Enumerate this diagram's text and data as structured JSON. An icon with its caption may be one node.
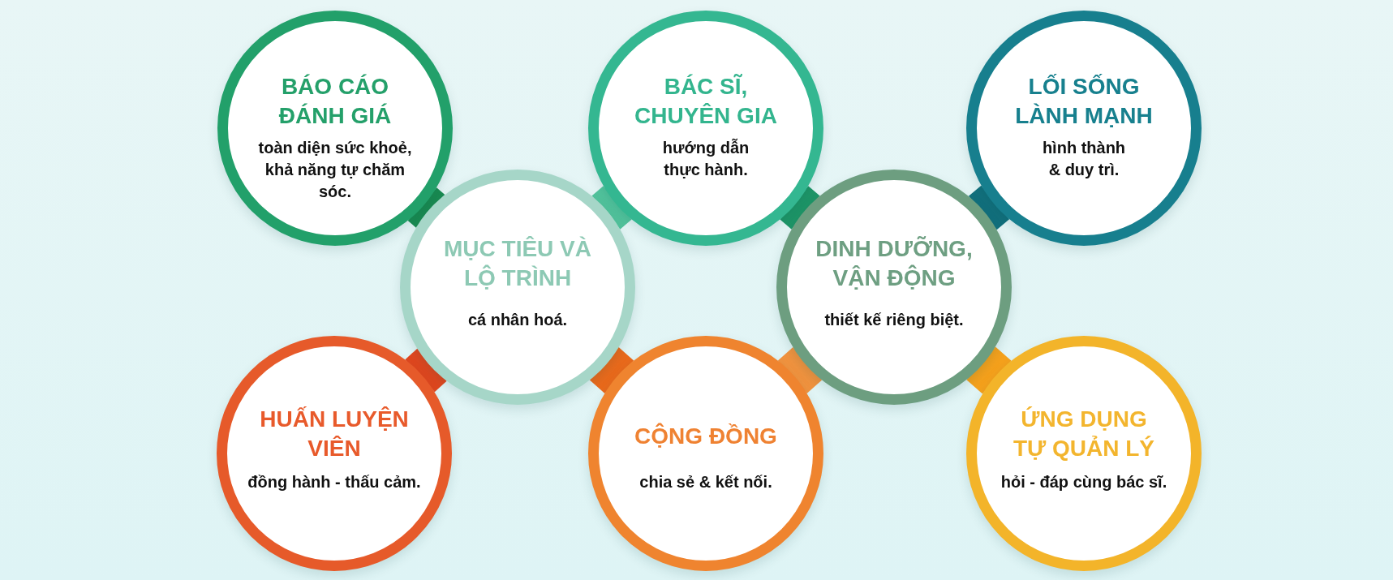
{
  "diagram": {
    "nodes": [
      {
        "text": [
          "BÁO CÁO ĐÁNH GIÁ",
          "toàn diện sức khoẻ, khả năng tự chăm sóc."
        ]
      },
      {
        "text": [
          "BÁC SĨ, CHUYÊN GIA",
          "hướng dẫn thực hành."
        ]
      },
      {
        "text": [
          "LỐI SỐNG LÀNH MẠNH",
          "hình thành & duy trì."
        ]
      },
      {
        "text": [
          "MỤC TIÊU VÀ LỘ TRÌNH",
          "cá nhân hoá."
        ]
      },
      {
        "text": [
          "DINH DƯỠNG, VẬN ĐỘNG",
          "thiết kế riêng biệt."
        ]
      },
      {
        "text": [
          "HUẤN LUYỆN VIÊN",
          "đồng hành - thấu cảm."
        ]
      },
      {
        "text": [
          "CỘNG ĐỒNG",
          "chia sẻ & kết nối."
        ]
      },
      {
        "text": [
          "ỨNG DỤNG TỰ QUẢN LÝ",
          "hỏi - đáp cùng bác sĩ."
        ]
      }
    ],
    "edges": [
      {
        "from": 0,
        "to": 3,
        "arrow": "none",
        "color": "#1a8c52"
      },
      {
        "from": 1,
        "to": 3,
        "arrow": "none",
        "color": "#52c49d"
      },
      {
        "from": 1,
        "to": 4,
        "arrow": "none",
        "color": "#1e9668"
      },
      {
        "from": 2,
        "to": 4,
        "arrow": "none",
        "color": "#12707d"
      },
      {
        "from": 3,
        "to": 5,
        "arrow": "none",
        "color": "#e0471f"
      },
      {
        "from": 3,
        "to": 6,
        "arrow": "none",
        "color": "#e96a1c"
      },
      {
        "from": 4,
        "to": 6,
        "arrow": "none",
        "color": "#f0933f"
      },
      {
        "from": 4,
        "to": 7,
        "arrow": "none",
        "color": "#f5a11c"
      }
    ]
  }
}
